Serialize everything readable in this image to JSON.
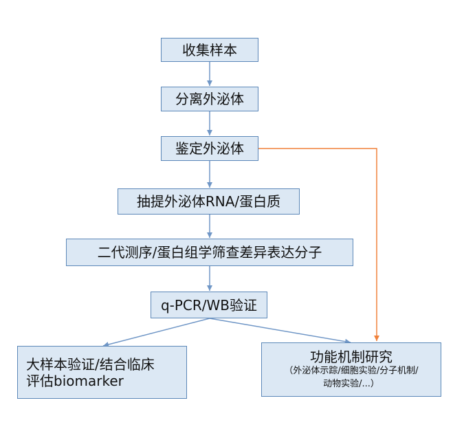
{
  "diagram": {
    "colors": {
      "box_fill": "#dce8f4",
      "box_border": "#5b87b8",
      "flow_arrow": "#6f96c6",
      "branch_arrow": "#f0813a"
    },
    "nodes": {
      "collect": "收集样本",
      "separate": "分离外泌体",
      "identify": "鉴定外泌体",
      "extract": "抽提外泌体RNA/蛋白质",
      "screen": "二代测序/蛋白组学筛查差异表达分子",
      "validate": "q-PCR/WB验证",
      "large_sample_line1": "大样本验证/结合临床",
      "large_sample_line2": "评估biomarker",
      "function_title": "功能机制研究",
      "function_sub_line1": "（外泌体示踪/细胞实验/分子机制/",
      "function_sub_line2": "动物实验/...）"
    }
  }
}
